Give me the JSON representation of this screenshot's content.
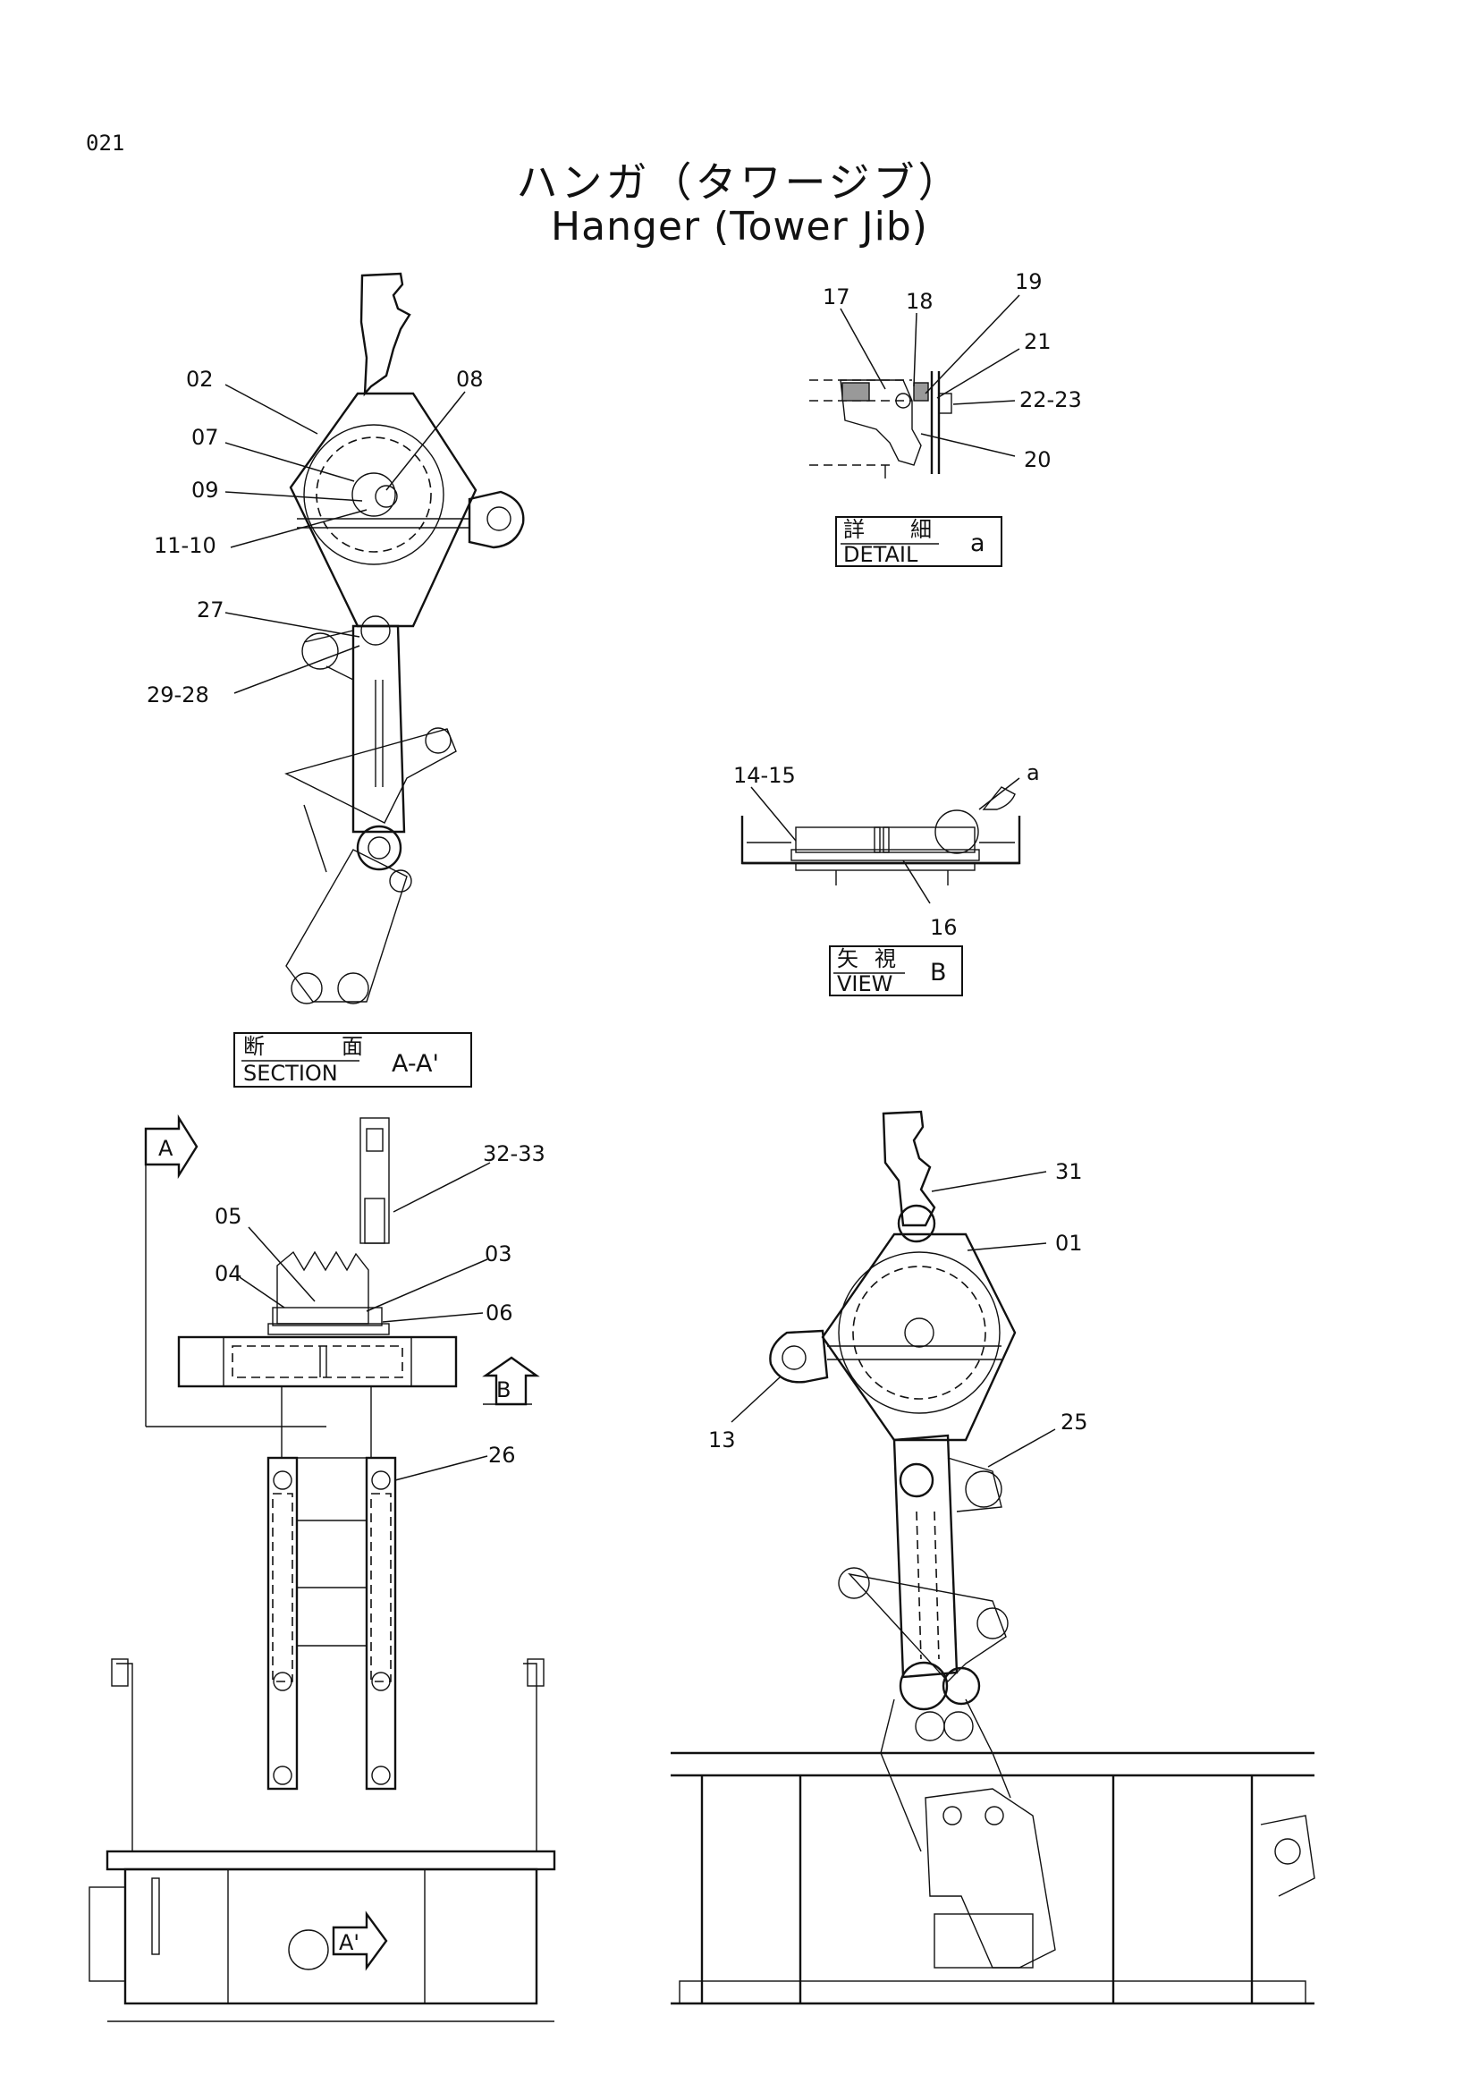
{
  "page_number": "021",
  "title": {
    "japanese": "ハンガ（タワージブ）",
    "english": "Hanger (Tower Jib)"
  },
  "views": {
    "section_aa": {
      "jp_top": "断",
      "jp_bottom": "面",
      "en": "SECTION",
      "id": "A-A'"
    },
    "detail_a": {
      "jp_top": "詳",
      "jp_bottom": "細",
      "en": "DETAIL",
      "id": "a"
    },
    "view_b": {
      "jp_top": "矢",
      "jp_bottom": "視",
      "en": "VIEW",
      "id": "B"
    }
  },
  "section_markers": {
    "a": "A",
    "a_prime": "A'",
    "b": "B"
  },
  "part_labels": {
    "p01": "01",
    "p02": "02",
    "p03": "03",
    "p04": "04",
    "p05": "05",
    "p06": "06",
    "p07": "07",
    "p08": "08",
    "p09": "09",
    "p11_10": "11-10",
    "p13": "13",
    "p14_15": "14-15",
    "p16": "16",
    "p17": "17",
    "p18": "18",
    "p19": "19",
    "p20": "20",
    "p21": "21",
    "p22_23": "22-23",
    "p25": "25",
    "p26": "26",
    "p27": "27",
    "p29_28": "29-28",
    "p31": "31",
    "p32_33": "32-33",
    "detail_ref": "a"
  }
}
